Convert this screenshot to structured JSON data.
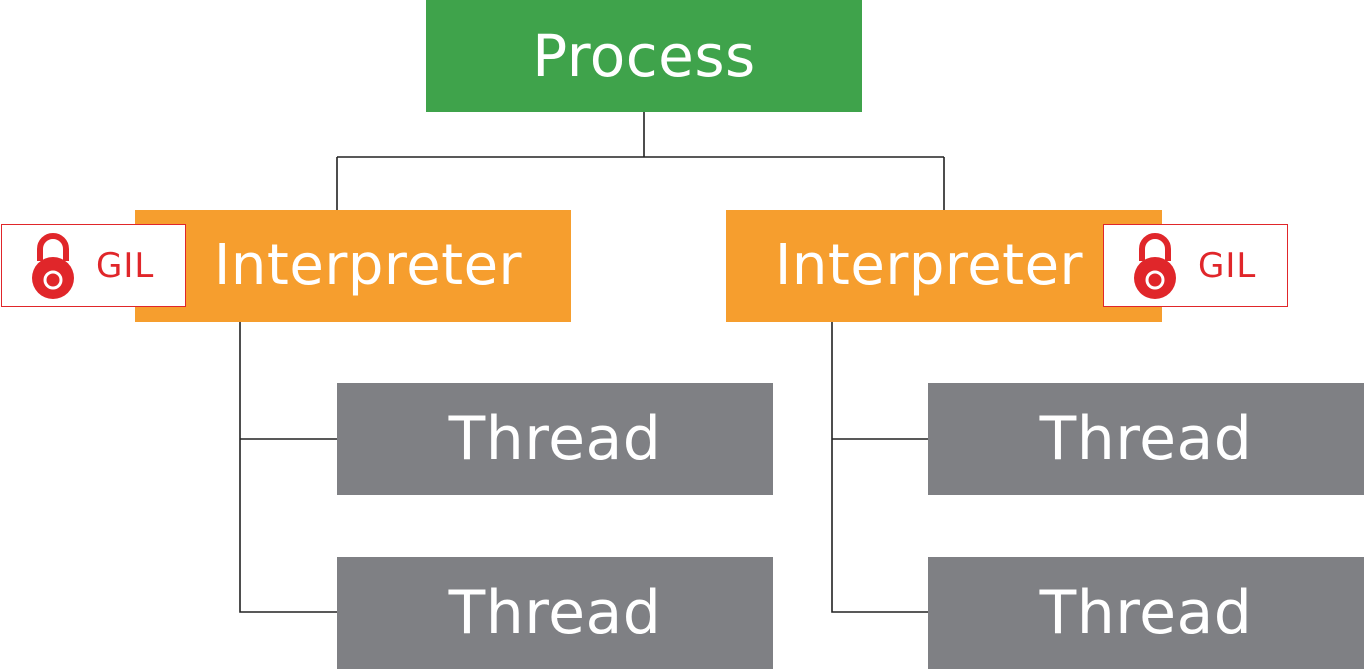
{
  "process": {
    "label": "Process"
  },
  "interpreters": [
    {
      "label": "Interpreter",
      "lock_label": "GIL"
    },
    {
      "label": "Interpreter",
      "lock_label": "GIL"
    }
  ],
  "threads": [
    {
      "label": "Thread"
    },
    {
      "label": "Thread"
    },
    {
      "label": "Thread"
    },
    {
      "label": "Thread"
    }
  ],
  "colors": {
    "process": "#3fa34b",
    "interpreter": "#f69e2e",
    "thread": "#7f8084",
    "lock": "#e0262a"
  },
  "icons": {
    "lock": "padlock-icon"
  }
}
